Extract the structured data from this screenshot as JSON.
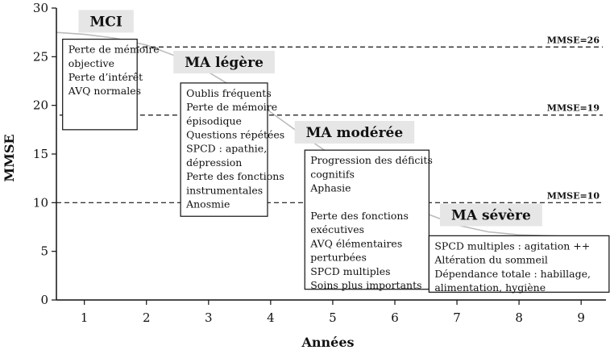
{
  "chart_data": {
    "type": "line",
    "xlabel": "Années",
    "ylabel": "MMSE",
    "xlim": [
      0.55,
      9.4
    ],
    "ylim": [
      0,
      30
    ],
    "x_ticks": [
      1,
      2,
      3,
      4,
      5,
      6,
      7,
      8,
      9
    ],
    "y_ticks": [
      0,
      5,
      10,
      15,
      20,
      25,
      30
    ],
    "grid": false,
    "series": [
      {
        "color": "#bbbbbb",
        "points": [
          [
            0.55,
            27.5
          ],
          [
            1.0,
            27.3
          ],
          [
            1.5,
            26.9
          ],
          [
            2.0,
            26.2
          ],
          [
            2.5,
            25.0
          ],
          [
            3.0,
            23.4
          ],
          [
            3.5,
            21.5
          ],
          [
            4.0,
            19.3
          ],
          [
            4.5,
            17.0
          ],
          [
            5.0,
            14.8
          ],
          [
            5.5,
            12.6
          ],
          [
            6.0,
            10.6
          ],
          [
            6.5,
            8.9
          ],
          [
            7.0,
            7.7
          ],
          [
            7.5,
            7.0
          ],
          [
            8.0,
            6.7
          ],
          [
            8.5,
            6.6
          ],
          [
            9.0,
            6.5
          ],
          [
            9.4,
            6.4
          ]
        ]
      }
    ],
    "thresholds": [
      {
        "y": 26,
        "label": "MMSE=26",
        "x_start": 0.9
      },
      {
        "y": 19,
        "label": "MMSE=19",
        "x_start": 0.6
      },
      {
        "y": 10,
        "label": "MMSE=10",
        "x_start": 0.55
      }
    ],
    "stages": [
      {
        "label": "MCI",
        "label_x": 1.35,
        "label_y": 29.8,
        "box_x0": 0.65,
        "box_x1": 1.85,
        "box_y0": 26.8,
        "box_y1": 17.5,
        "lines": [
          "Perte de mémoire",
          "objective",
          "Perte d’intérêt",
          "AVQ normales"
        ]
      },
      {
        "label": "MA légère",
        "label_x": 3.25,
        "label_y": 25.6,
        "box_x0": 2.55,
        "box_x1": 3.95,
        "box_y0": 22.3,
        "box_y1": 8.6,
        "lines": [
          "Oublis fréquents",
          "Perte de mémoire",
          "épisodique",
          "Questions répétées",
          "SPCD : apathie,",
          "dépression",
          "Perte des fonctions",
          "instrumentales",
          "Anosmie"
        ]
      },
      {
        "label": "MA modérée",
        "label_x": 5.35,
        "label_y": 18.4,
        "box_x0": 4.55,
        "box_x1": 6.55,
        "box_y0": 15.4,
        "box_y1": 1.1,
        "lines": [
          "Progression des déficits",
          "cognitifs",
          "Aphasie",
          "",
          "Perte des fonctions",
          "exécutives",
          "AVQ élémentaires",
          "perturbées",
          "SPCD multiples",
          "Soins plus importants"
        ]
      },
      {
        "label": "MA sévère",
        "label_x": 7.55,
        "label_y": 9.9,
        "box_x0": 6.55,
        "box_x1": 9.45,
        "box_y0": 6.6,
        "box_y1": 0.8,
        "lines": [
          "SPCD multiples : agitation ++",
          "Altération du sommeil",
          "Dépendance totale : habillage,",
          "alimentation, hygiène"
        ]
      }
    ]
  }
}
